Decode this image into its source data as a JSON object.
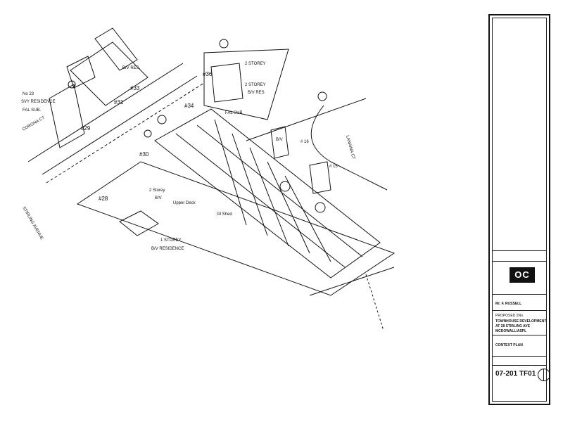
{
  "plan": {
    "labels": {
      "street_left": "CORONA CT",
      "street_right": "LANAINA CT",
      "avenue": "STIRLING AVENUE",
      "lot_23": "No 23",
      "lot_23_desc": "SVY RESIDENCE",
      "lot_23_sub": "FAL SUB.",
      "lot_28": "#28",
      "lot_29": "#29",
      "lot_30": "#30",
      "lot_31": "#31",
      "lot_33": "#33",
      "lot_34": "#34",
      "lot_36": "#36",
      "lot_16": "# 16",
      "lot_15": "# 15",
      "residence_big_1": "1 STOREY",
      "residence_big_2": "B/V RESIDENCE",
      "two_storey_a": "2 STOREY",
      "two_storey_b": "2 STOREY",
      "bv_res": "B/V RES.",
      "bv_res_b": "B/V RES",
      "brick": "B/V",
      "two_storey_c": "2 Storey",
      "bv_c": "B/V",
      "upper_deck": "Upper Deck",
      "gl_shed": "Gl Shed",
      "fal_sub": "FAL SUB"
    }
  },
  "titleblock": {
    "logo": "OC",
    "client": "Mr. F. RUSSELL",
    "project_heading": "PROPOSED 2No.",
    "project_line1": "TOWNHOUSE DEVELOPMENT",
    "project_line2": "AT 28 STIRLING AVE",
    "project_line3": "MCDOWALL/ASPL",
    "drawing_title": "CONTEXT PLAN",
    "sheet_no": "07-201 TF01"
  }
}
